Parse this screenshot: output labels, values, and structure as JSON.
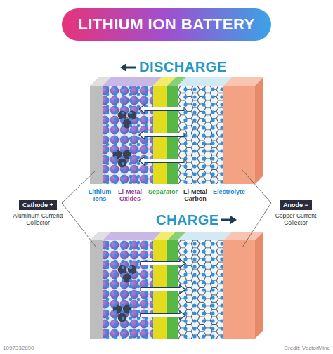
{
  "diagram": {
    "title": "LITHIUM ION BATTERY",
    "nodes": [
      {
        "text": [
          "Cathode +",
          "Aluminum Currentt Collector"
        ]
      },
      {
        "text": [
          "Anode −",
          "Copper Current Collector"
        ]
      }
    ],
    "labels": [
      "DISCHARGE",
      "Lithium Ions",
      "Li-Metal Oxides",
      "Separator",
      "Li-Metal Carbon",
      "Electrolyte",
      "CHARGE",
      "1097332890",
      "Credit: VectorMine"
    ]
  }
}
